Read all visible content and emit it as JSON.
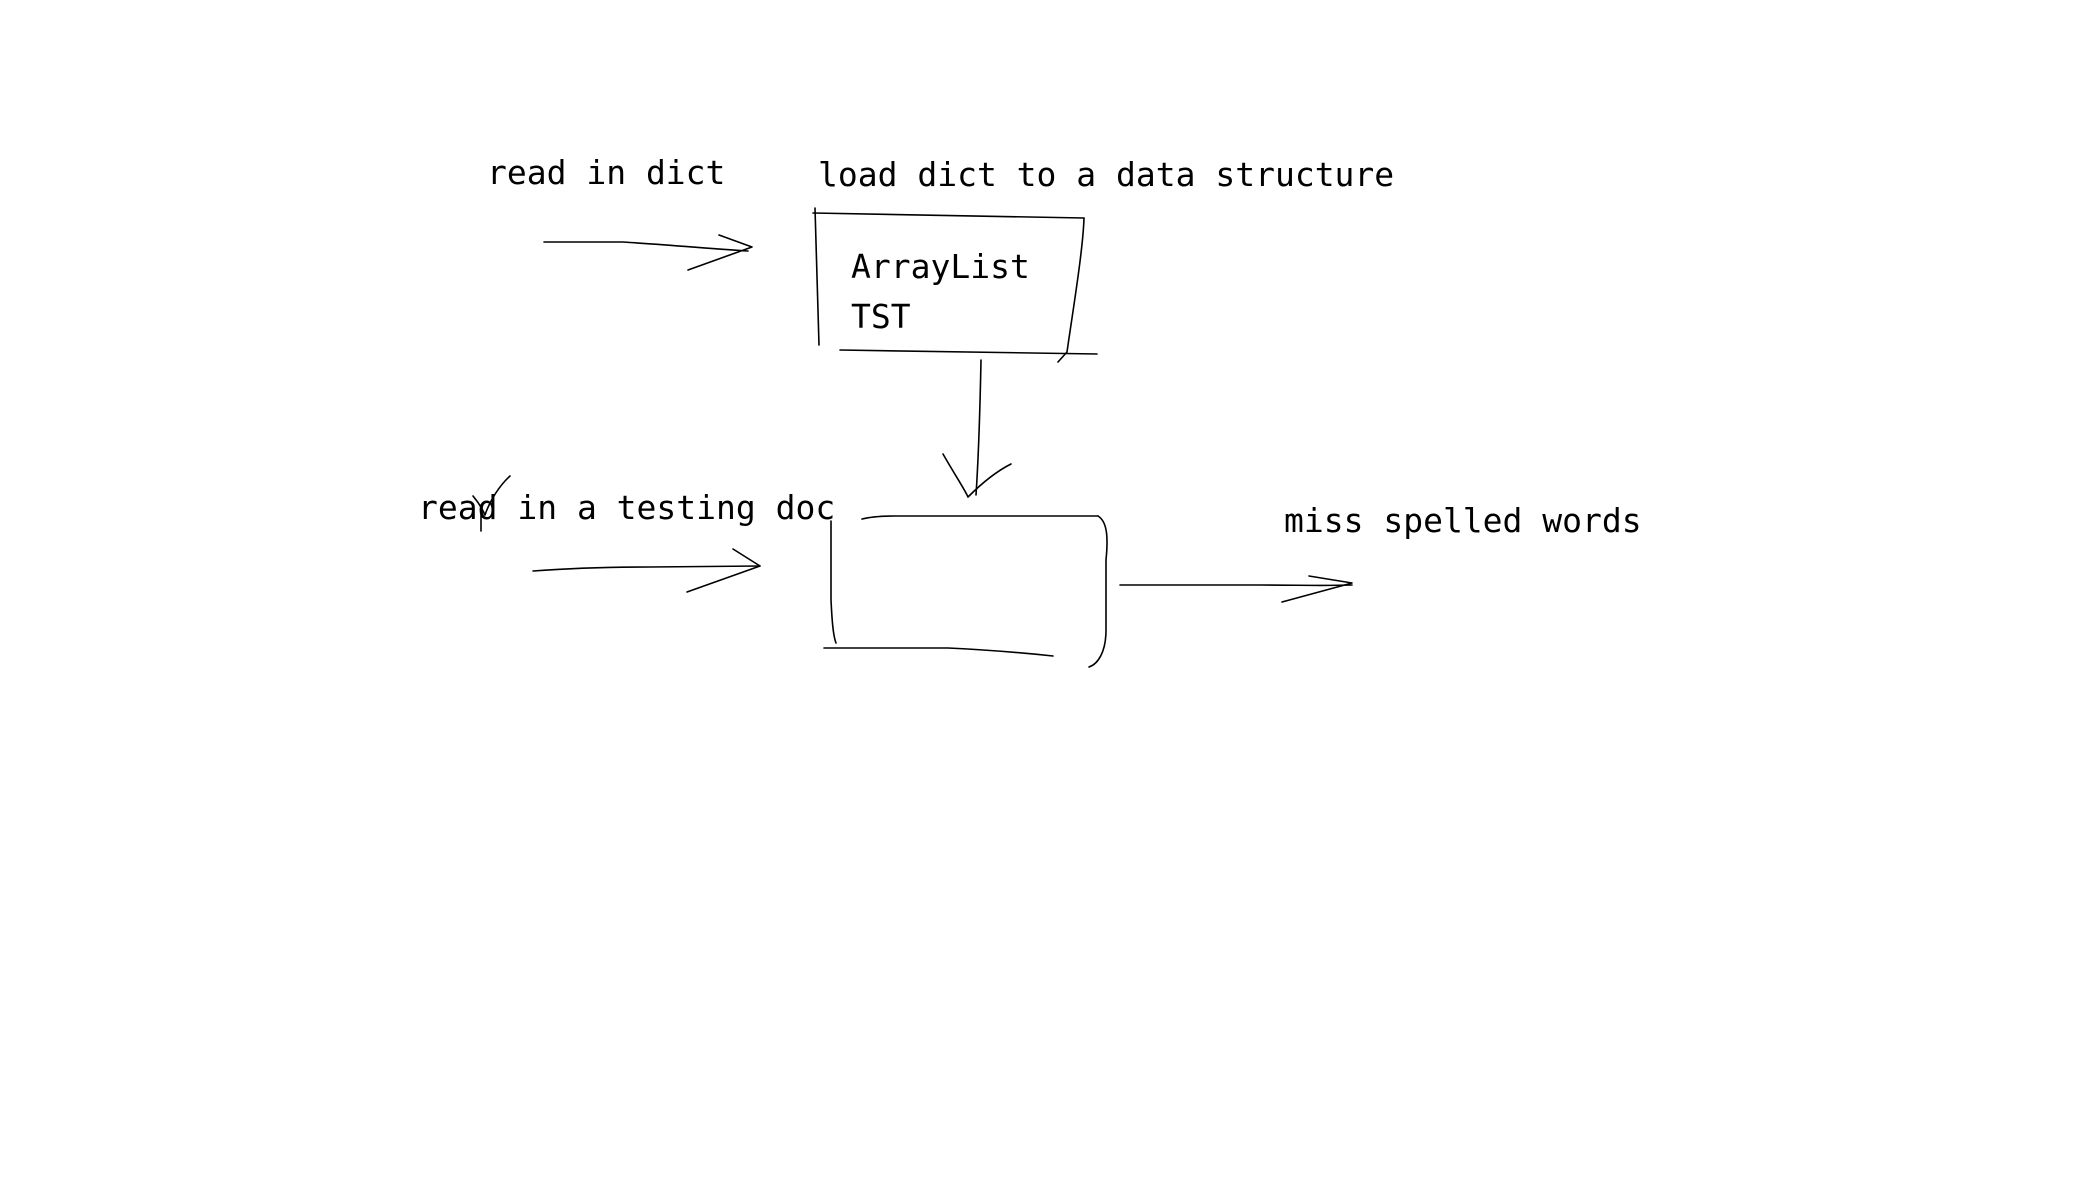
{
  "diagram": {
    "labels": {
      "read_dict": "read in dict",
      "load_dict": "load dict to a data structure",
      "arraylist": "ArrayList",
      "tst": "TST",
      "read_doc": "read in a testing doc",
      "misspelled": "miss spelled words"
    },
    "colors": {
      "ink": "#000000",
      "background": "#ffffff"
    }
  }
}
